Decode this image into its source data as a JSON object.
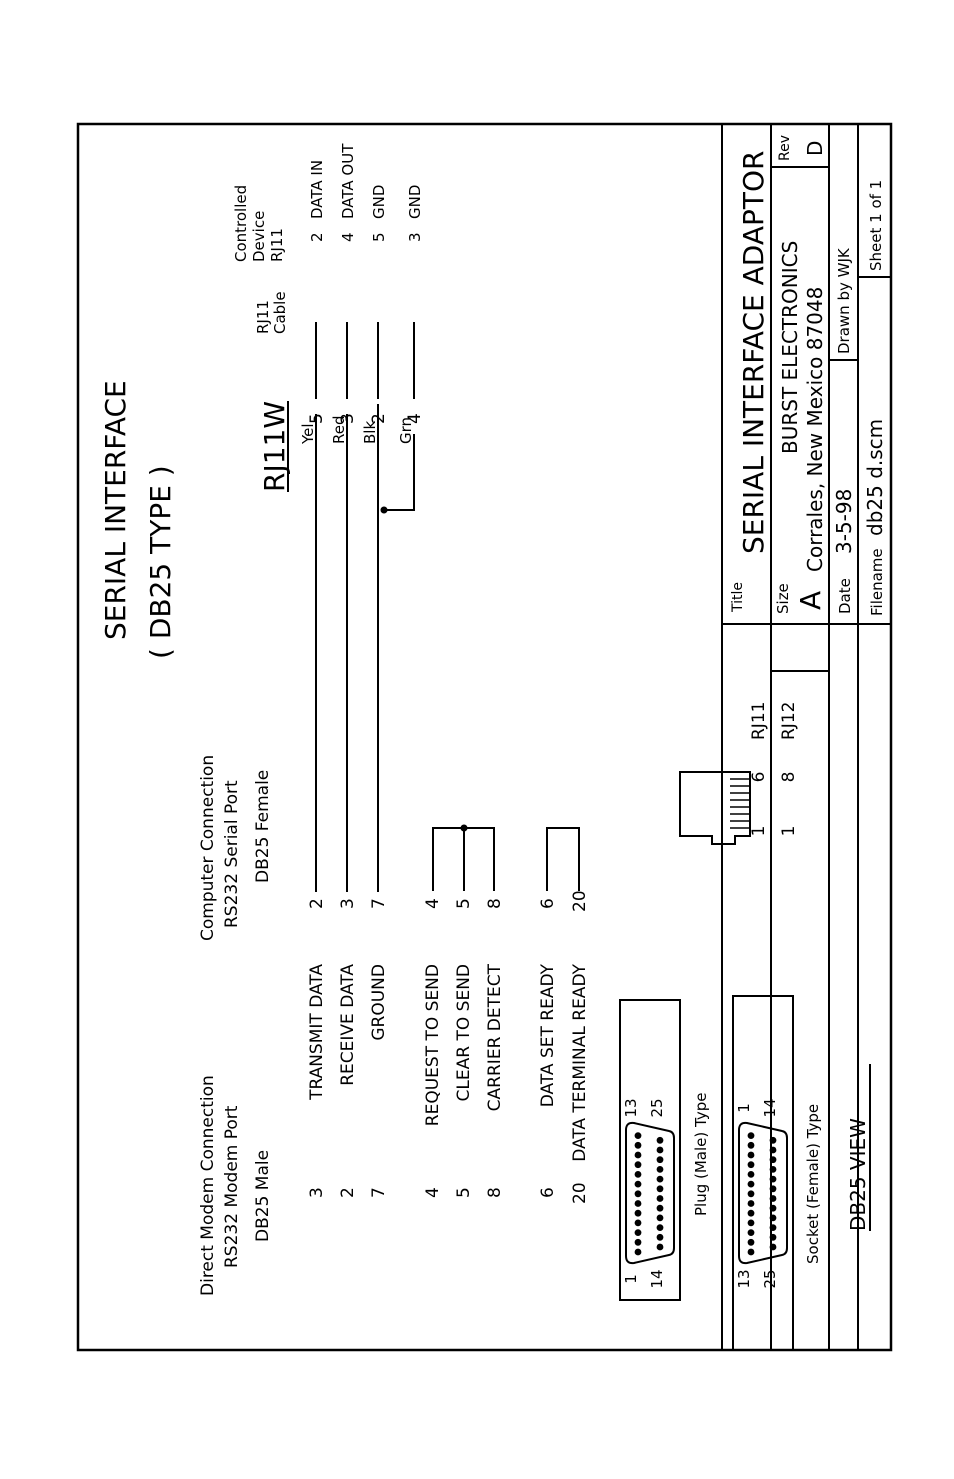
{
  "title": {
    "line1": "SERIAL INTERFACE",
    "line2": "( DB25 TYPE )"
  },
  "modem_header": {
    "line1": "Direct Modem Connection",
    "line2": "RS232 Modem Port",
    "line3": "DB25 Male"
  },
  "computer_header": {
    "line1": "Computer Connection",
    "line2": "RS232 Serial Port",
    "line3": "DB25 Female"
  },
  "signals": [
    {
      "modem_pin": "3",
      "name": "TRANSMIT DATA",
      "pc_pin": "2"
    },
    {
      "modem_pin": "2",
      "name": "RECEIVE DATA",
      "pc_pin": "3"
    },
    {
      "modem_pin": "7",
      "name": "GROUND",
      "pc_pin": "7"
    },
    {
      "modem_pin": "4",
      "name": "REQUEST TO SEND",
      "pc_pin": "4"
    },
    {
      "modem_pin": "5",
      "name": "CLEAR TO SEND",
      "pc_pin": "5"
    },
    {
      "modem_pin": "8",
      "name": "CARRIER DETECT",
      "pc_pin": "8"
    },
    {
      "modem_pin": "6",
      "name": "DATA SET READY",
      "pc_pin": "6"
    },
    {
      "modem_pin": "20",
      "name": "DATA TERMINAL READY",
      "pc_pin": "20"
    }
  ],
  "rj11w": {
    "title": "RJ11W",
    "wires": [
      {
        "color": "Yel",
        "pin": "5"
      },
      {
        "color": "Red",
        "pin": "3"
      },
      {
        "color": "Blk",
        "pin": "2"
      },
      {
        "color": "Grn",
        "pin": "4"
      }
    ]
  },
  "cable_header": {
    "line1": "RJ11",
    "line2": "Cable"
  },
  "device_header": {
    "line1": "Controlled",
    "line2": "Device",
    "line3": "RJ11"
  },
  "device_pins": [
    {
      "pin": "2",
      "label": "DATA IN"
    },
    {
      "pin": "4",
      "label": "DATA OUT"
    },
    {
      "pin": "5",
      "label": "GND"
    },
    {
      "pin": "3",
      "label": "GND"
    }
  ],
  "plug": {
    "pin_tl": "1",
    "pin_bl": "14",
    "pin_tr": "13",
    "pin_br": "25",
    "caption": "Plug (Male) Type"
  },
  "socket": {
    "pin_tl": "13",
    "pin_bl": "25",
    "pin_tr": "1",
    "pin_br": "14",
    "caption": "Socket (Female) Type"
  },
  "db25_view": "DB25 VIEW",
  "rj_jack": {
    "row1": {
      "pin_a": "1",
      "pin_b": "6",
      "name": "RJ11"
    },
    "row2": {
      "pin_a": "1",
      "pin_b": "8",
      "name": "RJ12"
    }
  },
  "title_block": {
    "title_label": "Title",
    "title": "SERIAL INTERFACE ADAPTOR",
    "size_label": "Size",
    "size": "A",
    "company": "BURST ELECTRONICS",
    "location": "Corrales, New Mexico 87048",
    "rev_label": "Rev",
    "rev": "D",
    "date_label": "Date",
    "date": "3-5-98",
    "drawn_by": "Drawn by  WJK",
    "filename_label": "Filename",
    "filename": "db25  d.scm",
    "sheet": "Sheet  1  of  1"
  }
}
